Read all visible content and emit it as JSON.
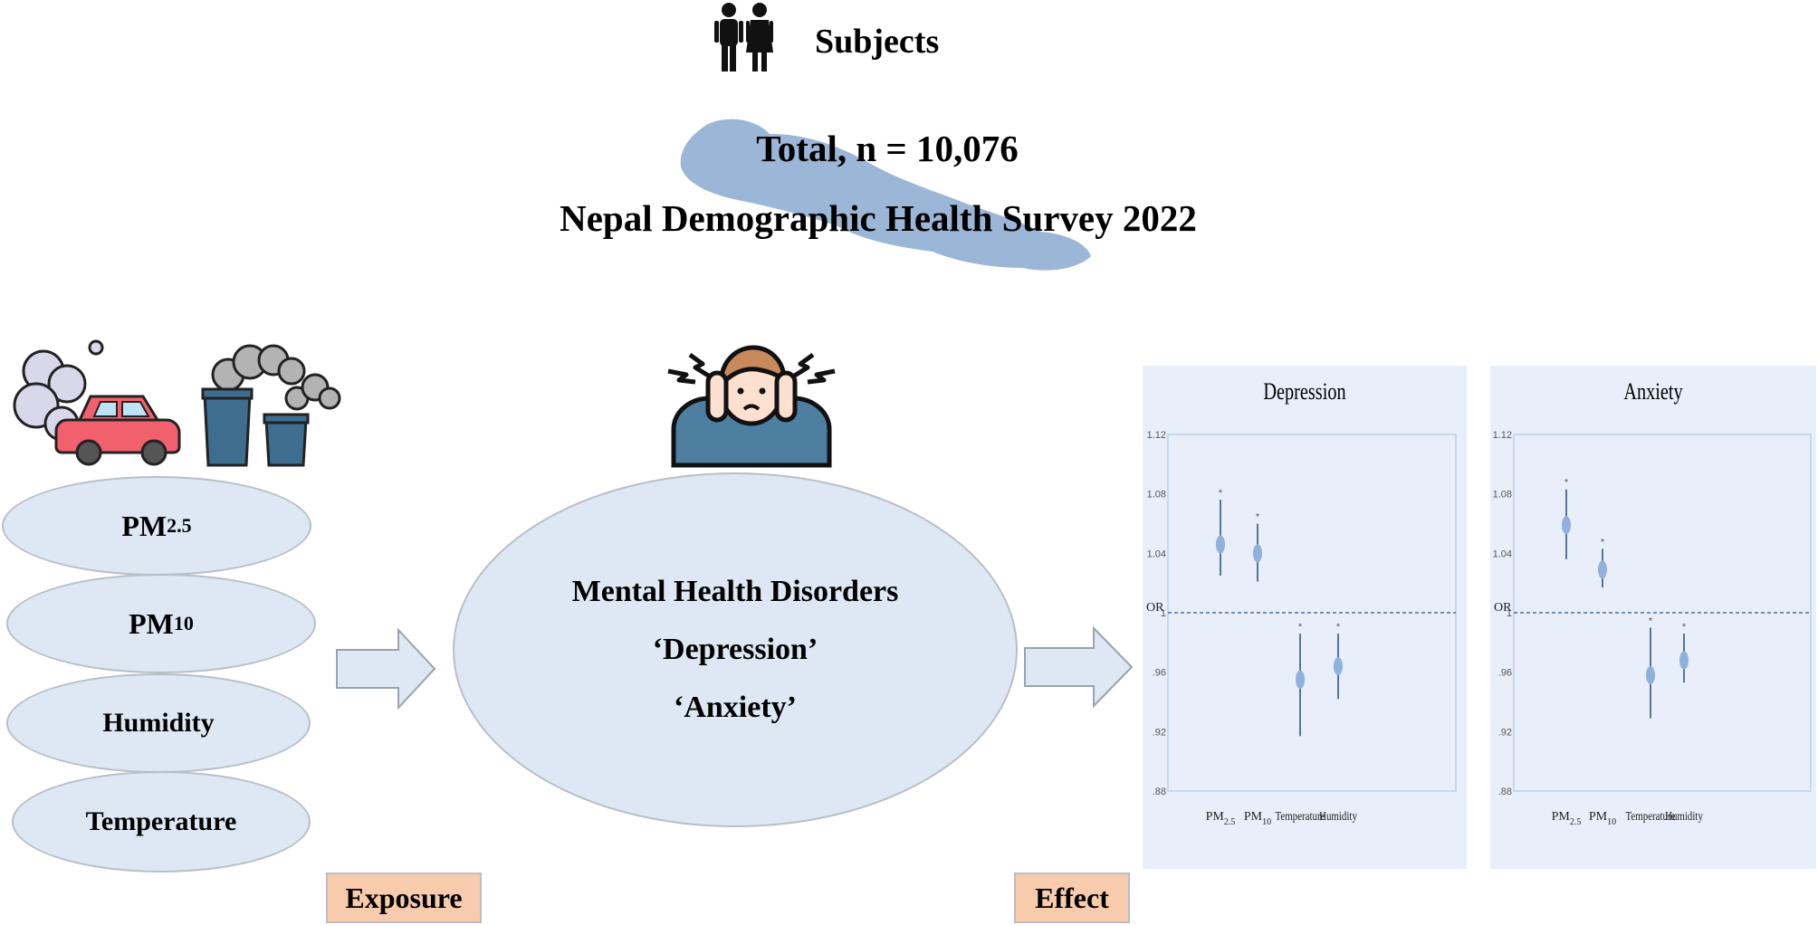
{
  "header": {
    "subjects_label": "Subjects",
    "total_label": "Total, n = 10,076",
    "survey_label": "Nepal Demographic Health Survey 2022"
  },
  "exposures": [
    {
      "base": "PM",
      "sub": "2.5"
    },
    {
      "base": "PM",
      "sub": "10"
    },
    {
      "base": "Humidity",
      "sub": ""
    },
    {
      "base": "Temperature",
      "sub": ""
    }
  ],
  "outcome": {
    "line1": "Mental Health Disorders",
    "line2": "‘Depression’",
    "line3": "‘Anxiety’"
  },
  "labels": {
    "exposure": "Exposure",
    "effect": "Effect"
  },
  "icons": [
    "people-icon",
    "nepal-map-icon",
    "car-exhaust-icon",
    "factory-smoke-icon",
    "stressed-person-icon",
    "right-arrow-icon"
  ],
  "colors": {
    "ellipse_fill": "#dde8f4",
    "label_fill": "#f8cbad",
    "map_fill": "#9bb6d6",
    "panel_fill": "#e8effb",
    "point_color": "#8fb1dc"
  },
  "chart_data": [
    {
      "type": "scatter",
      "title": "Depression",
      "ylabel": "OR",
      "categories": [
        "PM2.5",
        "PM10",
        "Temperature",
        "Humidity"
      ],
      "ylim": [
        0.88,
        1.12
      ],
      "yticks": [
        0.88,
        0.92,
        0.96,
        1,
        1.04,
        1.08,
        1.12
      ],
      "reference_line": 1,
      "points": [
        {
          "x": "PM2.5",
          "or": 1.046,
          "lower": 1.025,
          "upper": 1.076,
          "sig": "*"
        },
        {
          "x": "PM10",
          "or": 1.04,
          "lower": 1.021,
          "upper": 1.06,
          "sig": "*"
        },
        {
          "x": "Temperature",
          "or": 0.955,
          "lower": 0.917,
          "upper": 0.986,
          "sig": "*"
        },
        {
          "x": "Humidity",
          "or": 0.964,
          "lower": 0.942,
          "upper": 0.986,
          "sig": "*"
        }
      ]
    },
    {
      "type": "scatter",
      "title": "Anxiety",
      "ylabel": "OR",
      "categories": [
        "PM2.5",
        "PM10",
        "Temperature",
        "Humidity"
      ],
      "ylim": [
        0.88,
        1.12
      ],
      "yticks": [
        0.88,
        0.92,
        0.96,
        1,
        1.04,
        1.08,
        1.12
      ],
      "reference_line": 1,
      "points": [
        {
          "x": "PM2.5",
          "or": 1.059,
          "lower": 1.036,
          "upper": 1.083,
          "sig": "*"
        },
        {
          "x": "PM10",
          "or": 1.029,
          "lower": 1.017,
          "upper": 1.043,
          "sig": "*"
        },
        {
          "x": "Temperature",
          "or": 0.958,
          "lower": 0.929,
          "upper": 0.99,
          "sig": "*"
        },
        {
          "x": "Humidity",
          "or": 0.968,
          "lower": 0.953,
          "upper": 0.986,
          "sig": "*"
        }
      ]
    }
  ]
}
